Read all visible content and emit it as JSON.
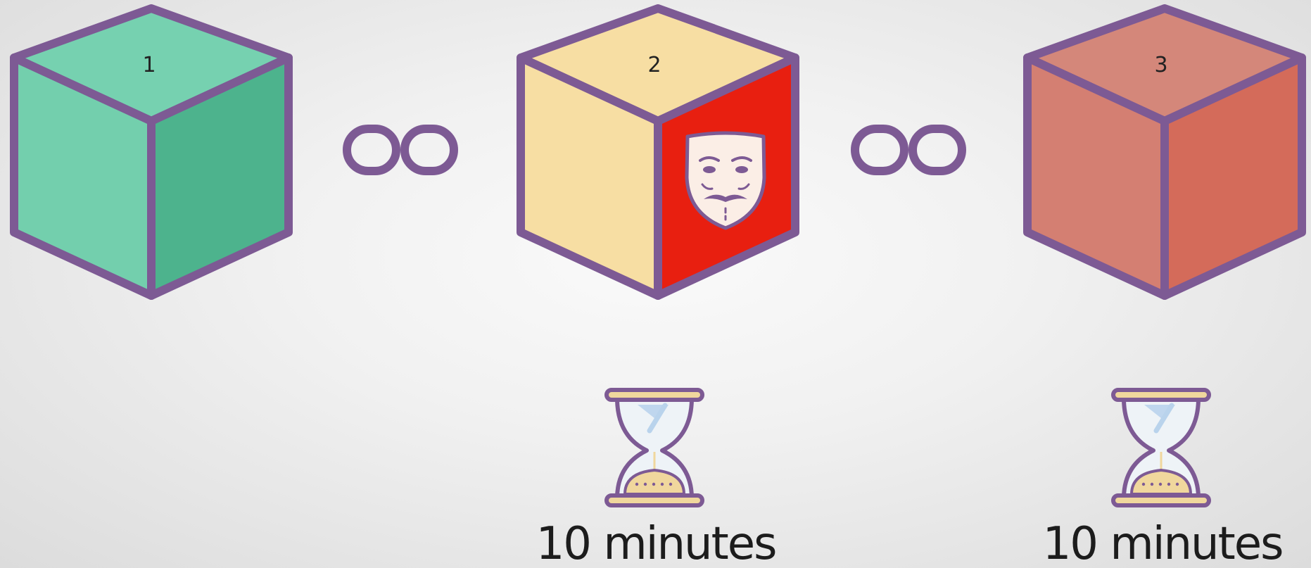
{
  "colors": {
    "outline": "#7d5a94",
    "green_top": "#76d1b0",
    "green_left": "#73cfad",
    "green_right": "#4db38d",
    "yellow_top": "#f7dea3",
    "yellow_left": "#f7dea3",
    "red_face": "#e81f10",
    "salmon_top": "#d4877a",
    "salmon_left": "#d47f72",
    "salmon_right": "#d46b5a",
    "sand": "#f0d79d",
    "glass": "#eef3f7",
    "glass_stripe": "#b9d3ec"
  },
  "blocks": [
    {
      "number": "1",
      "icon": "cube-icon",
      "compromised": false
    },
    {
      "number": "2",
      "icon": "cube-icon",
      "compromised": true,
      "badge_icon": "anonymous-mask-icon"
    },
    {
      "number": "3",
      "icon": "cube-icon",
      "compromised": false
    }
  ],
  "links": [
    {
      "icon": "chain-link-icon"
    },
    {
      "icon": "chain-link-icon"
    }
  ],
  "timers": [
    {
      "icon": "hourglass-icon",
      "label": "10 minutes"
    },
    {
      "icon": "hourglass-icon",
      "label": "10 minutes"
    }
  ]
}
